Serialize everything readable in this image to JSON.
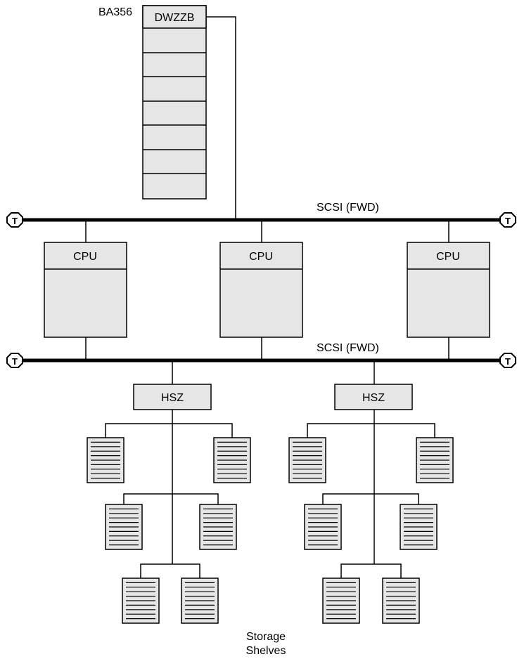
{
  "enclosure": {
    "label": "BA356",
    "module_label": "DWZZB",
    "slot_count": 7
  },
  "buses": [
    {
      "label": "SCSI (FWD)",
      "terminator_label": "T"
    },
    {
      "label": "SCSI (FWD)",
      "terminator_label": "T"
    }
  ],
  "cpus": [
    {
      "label": "CPU"
    },
    {
      "label": "CPU"
    },
    {
      "label": "CPU"
    }
  ],
  "controllers": [
    {
      "label": "HSZ"
    },
    {
      "label": "HSZ"
    }
  ],
  "storage": {
    "shelves_per_controller": 6,
    "caption_line1": "Storage",
    "caption_line2": "Shelves"
  },
  "colors": {
    "box_fill": "#e6e6e6",
    "line": "#000000",
    "background": "#ffffff"
  }
}
